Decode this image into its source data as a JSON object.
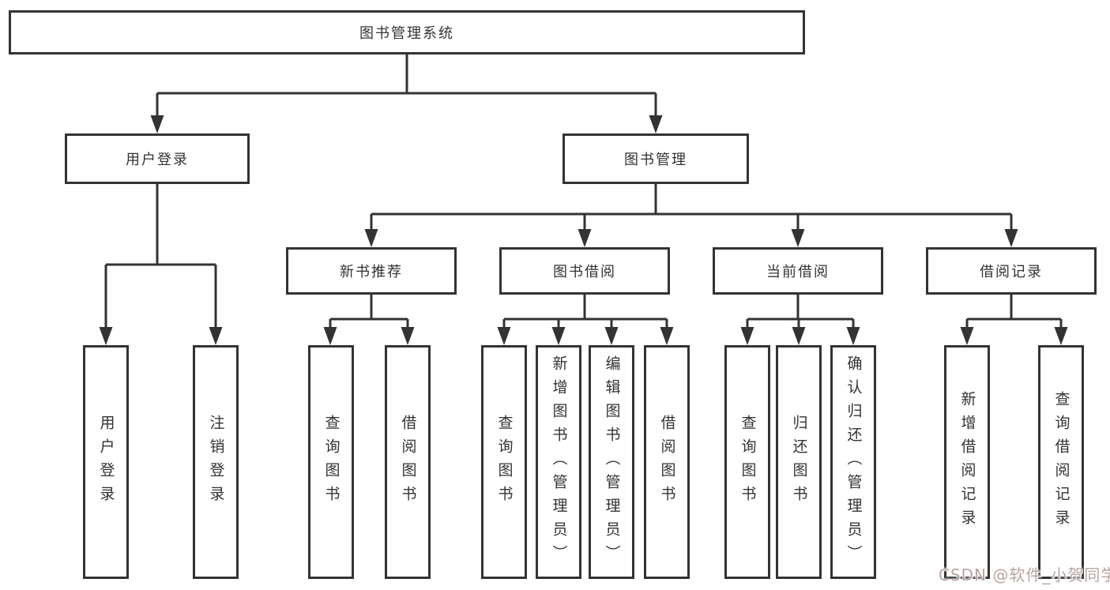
{
  "diagram": {
    "root": {
      "label": "图书管理系统"
    },
    "branches": [
      {
        "label": "用户登录",
        "children": [
          {
            "label": "用户登录"
          },
          {
            "label": "注销登录"
          }
        ]
      },
      {
        "label": "图书管理",
        "children": [
          {
            "label": "新书推荐",
            "children": [
              {
                "label": "查询图书"
              },
              {
                "label": "借阅图书"
              }
            ]
          },
          {
            "label": "图书借阅",
            "children": [
              {
                "label": "查询图书"
              },
              {
                "label": "新增图书（管理员）"
              },
              {
                "label": "编辑图书（管理员）"
              },
              {
                "label": "借阅图书"
              }
            ]
          },
          {
            "label": "当前借阅",
            "children": [
              {
                "label": "查询图书"
              },
              {
                "label": "归还图书"
              },
              {
                "label": "确认归还（管理员）"
              }
            ]
          },
          {
            "label": "借阅记录",
            "children": [
              {
                "label": "新增借阅记录"
              },
              {
                "label": "查询借阅记录"
              }
            ]
          }
        ]
      }
    ]
  },
  "watermark": {
    "text": "CSDN @软件_小贺同学"
  },
  "colors": {
    "box_border": "#333333",
    "line": "#333333",
    "text": "#333333",
    "watermark": "#b9a3a3",
    "background": "#ffffff"
  }
}
